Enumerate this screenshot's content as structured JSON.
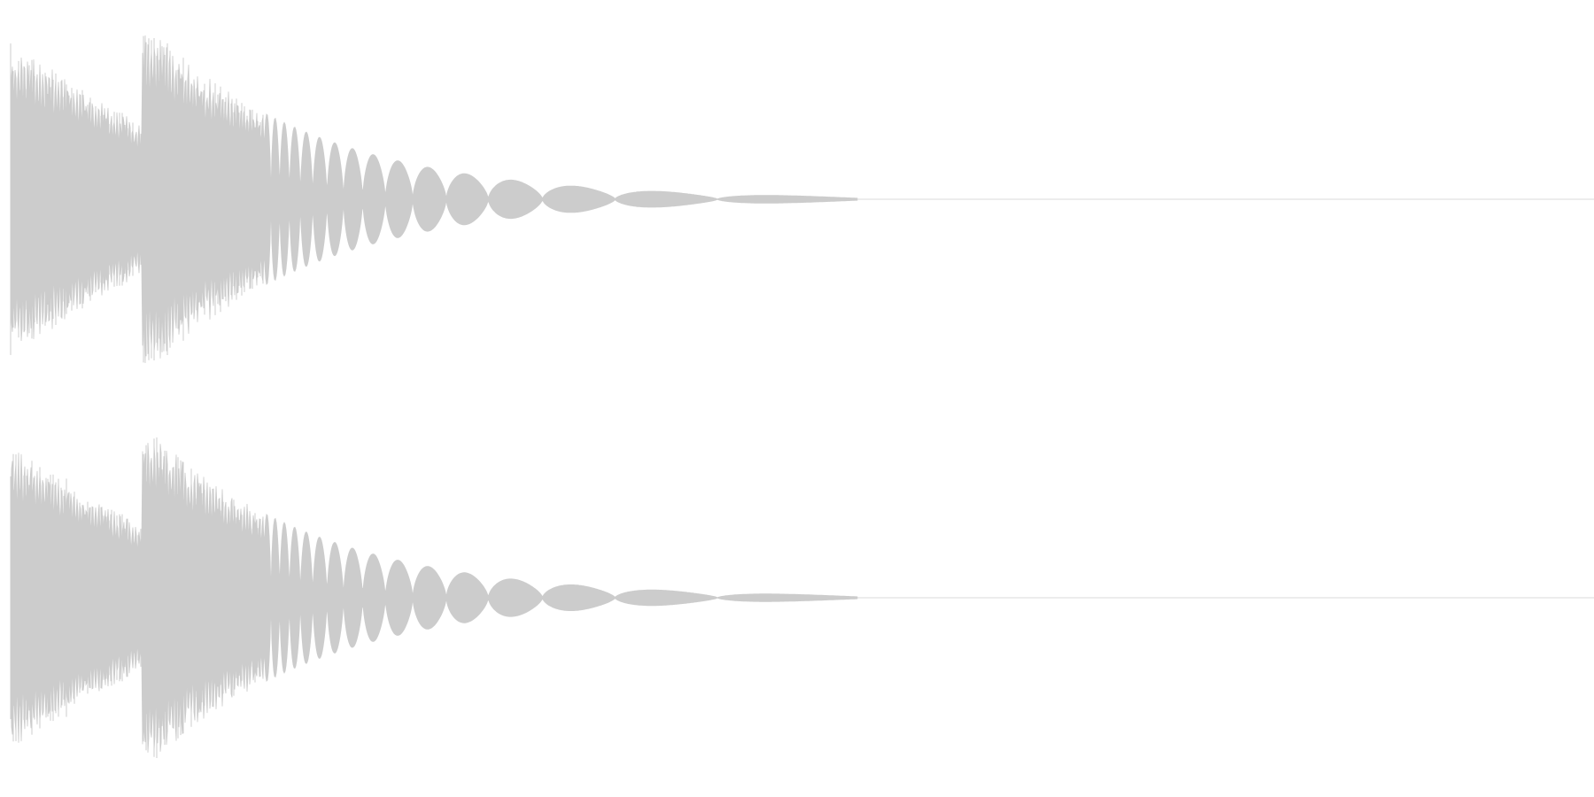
{
  "waveform": {
    "waveform_color": "#cccccc",
    "baseline_color": "#d9d9d9",
    "background_color": "#ffffff",
    "channels": [
      {
        "id": "channel-1",
        "peak_amplitude": 0.98,
        "duration_fraction": 0.535
      },
      {
        "id": "channel-2",
        "peak_amplitude": 0.96,
        "duration_fraction": 0.535
      }
    ]
  }
}
